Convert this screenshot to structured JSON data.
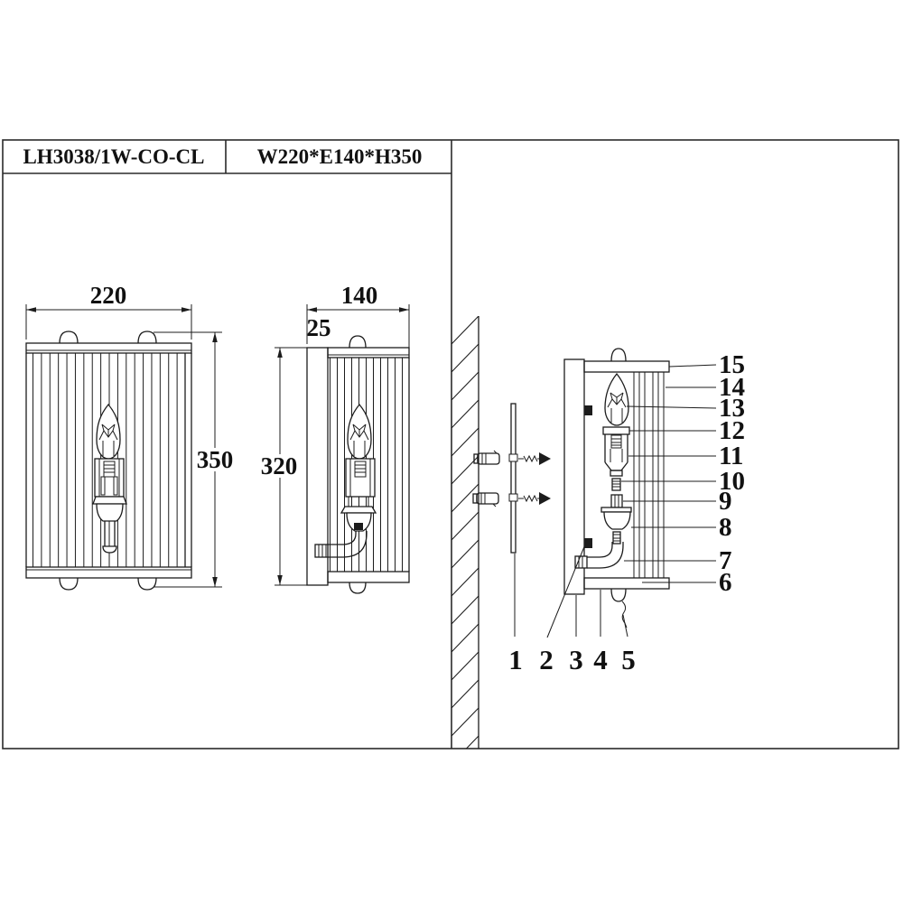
{
  "title_block": {
    "model": "LH3038/1W-CO-CL",
    "dimensions": "W220*E140*H350"
  },
  "front_view": {
    "width_label": "220",
    "height_label": "350"
  },
  "side_view": {
    "depth_label": "140",
    "backplate_label": "25",
    "height_label": "320"
  },
  "callouts": {
    "right": [
      "15",
      "14",
      "13",
      "12",
      "11",
      "10",
      "9",
      "8",
      "7",
      "6"
    ],
    "bottom": [
      "1",
      "2",
      "3",
      "4",
      "5"
    ]
  },
  "colors": {
    "line": "#1c1c1c",
    "background": "#ffffff"
  }
}
